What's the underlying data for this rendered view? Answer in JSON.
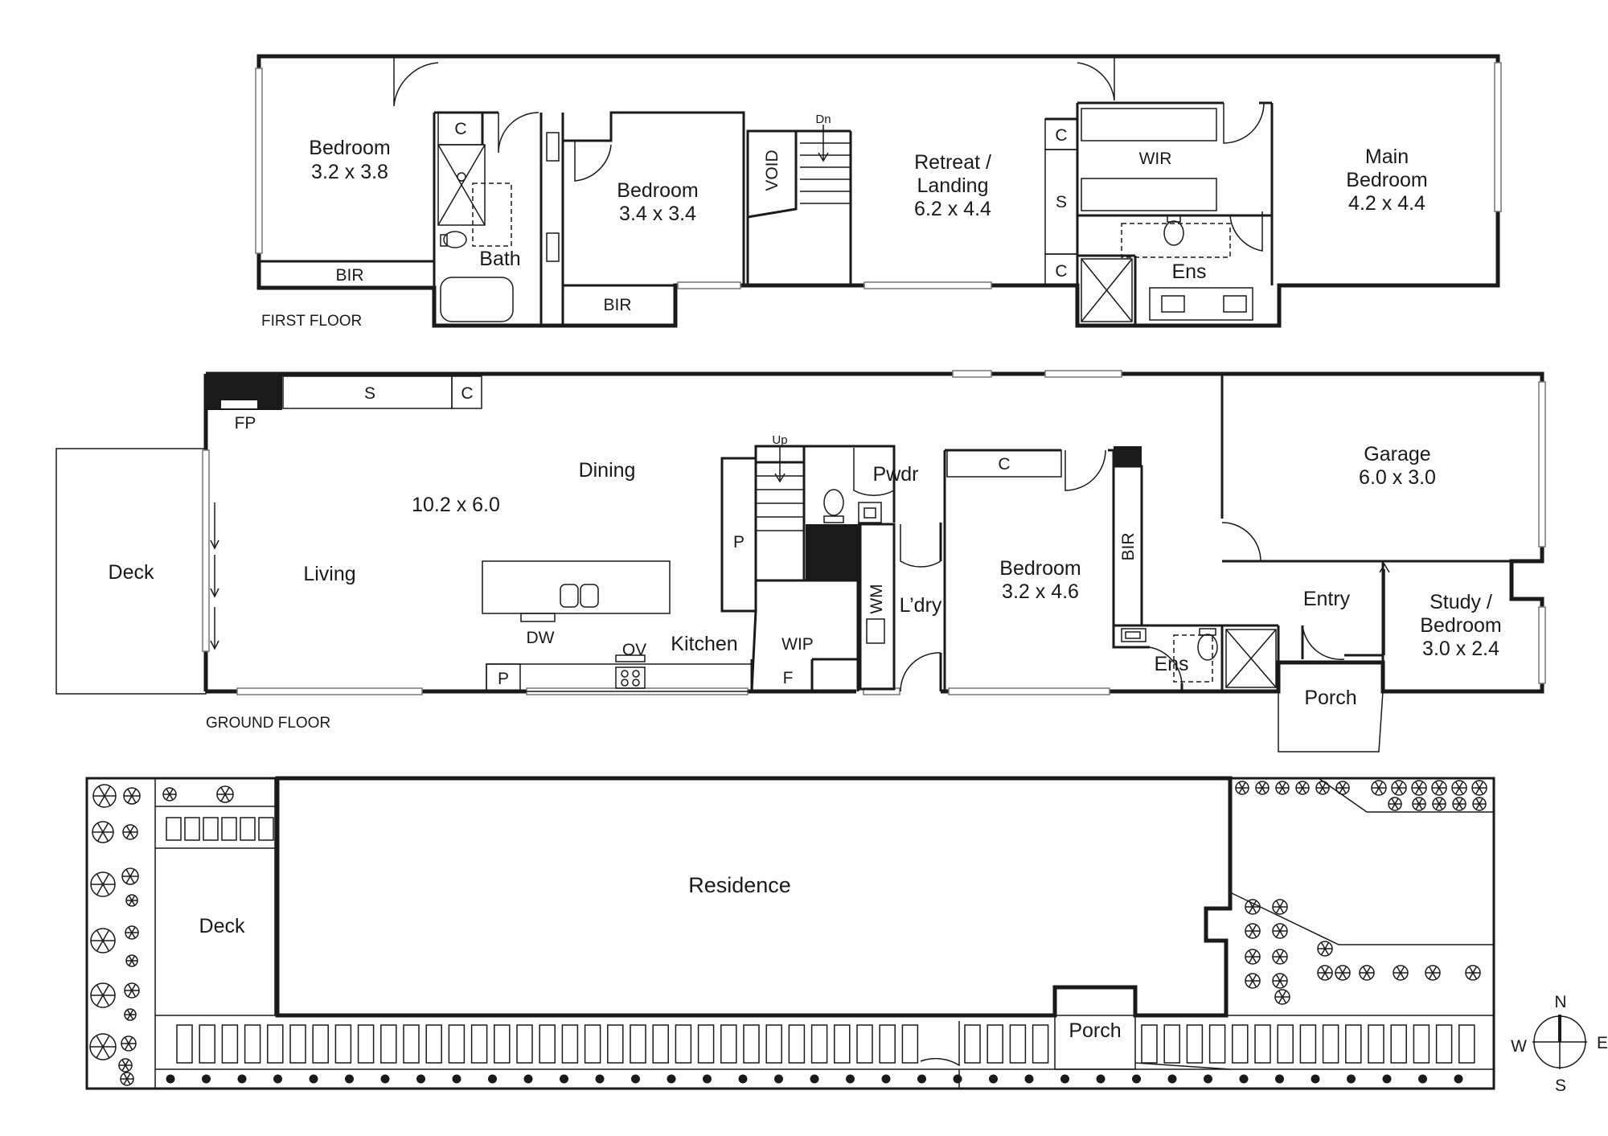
{
  "first_floor": {
    "label": "FIRST FLOOR",
    "rooms": {
      "bedroom2_name": "Bedroom",
      "bedroom2_size": "3.2 x 3.8",
      "bir1": "BIR",
      "c1": "C",
      "bath": "Bath",
      "bedroom3_name": "Bedroom",
      "bedroom3_size": "3.4 x 3.4",
      "bir2": "BIR",
      "void": "VOID",
      "stair": "Dn",
      "retreat_name_1": "Retreat /",
      "retreat_name_2": "Landing",
      "retreat_size": "6.2 x 4.4",
      "c2": "C",
      "s": "S",
      "c3": "C",
      "wir": "WIR",
      "ens": "Ens",
      "main_name_1": "Main",
      "main_name_2": "Bedroom",
      "main_size": "4.2 x 4.4"
    }
  },
  "ground_floor": {
    "label": "GROUND FLOOR",
    "rooms": {
      "deck": "Deck",
      "fp": "FP",
      "s": "S",
      "c1": "C",
      "living": "Living",
      "living_size": "10.2 x 6.0",
      "dining": "Dining",
      "dw": "DW",
      "ov": "OV",
      "kitchen": "Kitchen",
      "p1": "P",
      "p2": "P",
      "up": "Up",
      "pwdr": "Pwdr",
      "wm": "WM",
      "ldry": "L’dry",
      "wip": "WIP",
      "f": "F",
      "bedroom_name": "Bedroom",
      "bedroom_size": "3.2 x 4.6",
      "c2": "C",
      "bir": "BIR",
      "ens": "Ens",
      "garage_name": "Garage",
      "garage_size": "6.0 x 3.0",
      "entry": "Entry",
      "study_1": "Study /",
      "study_2": "Bedroom",
      "study_size": "3.0 x 2.4",
      "porch": "Porch"
    }
  },
  "site_plan": {
    "residence": "Residence",
    "deck": "Deck",
    "porch": "Porch"
  },
  "compass": {
    "n": "N",
    "s": "S",
    "e": "E",
    "w": "W"
  }
}
